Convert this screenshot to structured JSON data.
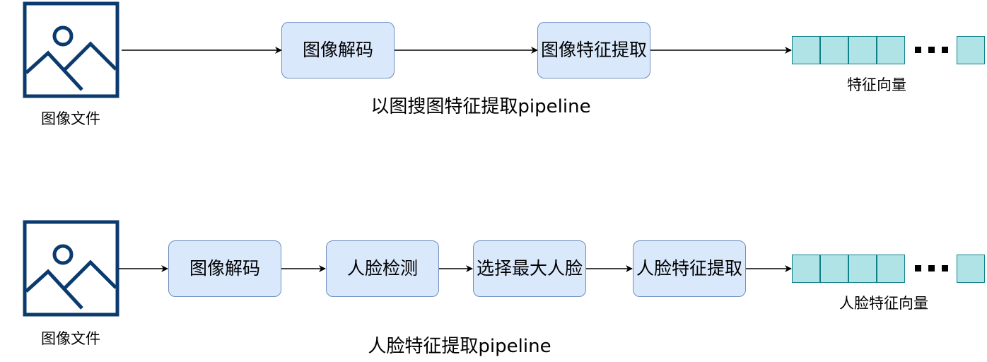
{
  "colors": {
    "icon": "#0b3b6e",
    "box_fill": "#dae8fc",
    "box_stroke": "#6c8ebf",
    "cell_fill": "#b0e3e6",
    "cell_stroke": "#0e8088",
    "arrow": "#000000"
  },
  "pipelines": [
    {
      "title": "以图搜图特征提取pipeline",
      "input": {
        "icon": "image-icon",
        "label": "图像文件"
      },
      "steps": [
        "图像解码",
        "图像特征提取"
      ],
      "output_label": "特征向量"
    },
    {
      "title": "人脸特征提取pipeline",
      "input": {
        "icon": "image-icon",
        "label": "图像文件"
      },
      "steps": [
        "图像解码",
        "人脸检测",
        "选择最大人脸",
        "人脸特征提取"
      ],
      "output_label": "人脸特征向量"
    }
  ]
}
